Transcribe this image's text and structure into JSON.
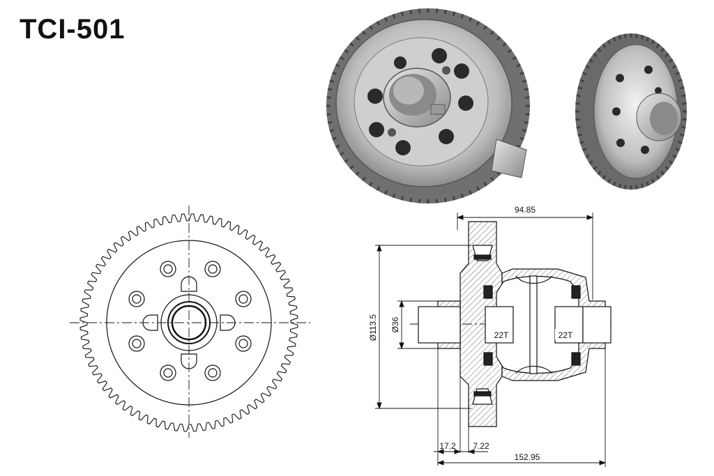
{
  "title": "TCI-501",
  "dimensions": {
    "top_width": "94.85",
    "outer_diameter": "Ø113.5",
    "bore_diameter": "Ø36",
    "flange_offset": "17.2",
    "flange_thickness": "7.22",
    "overall_length": "152.95"
  },
  "gear_labels": {
    "left": "22T",
    "right": "22T"
  },
  "gear": {
    "tooth_count": 72
  },
  "colors": {
    "line": "#111111",
    "metal_light": "#d8d8d8",
    "metal_dark": "#6e6e6e",
    "hatch": "#555555"
  }
}
